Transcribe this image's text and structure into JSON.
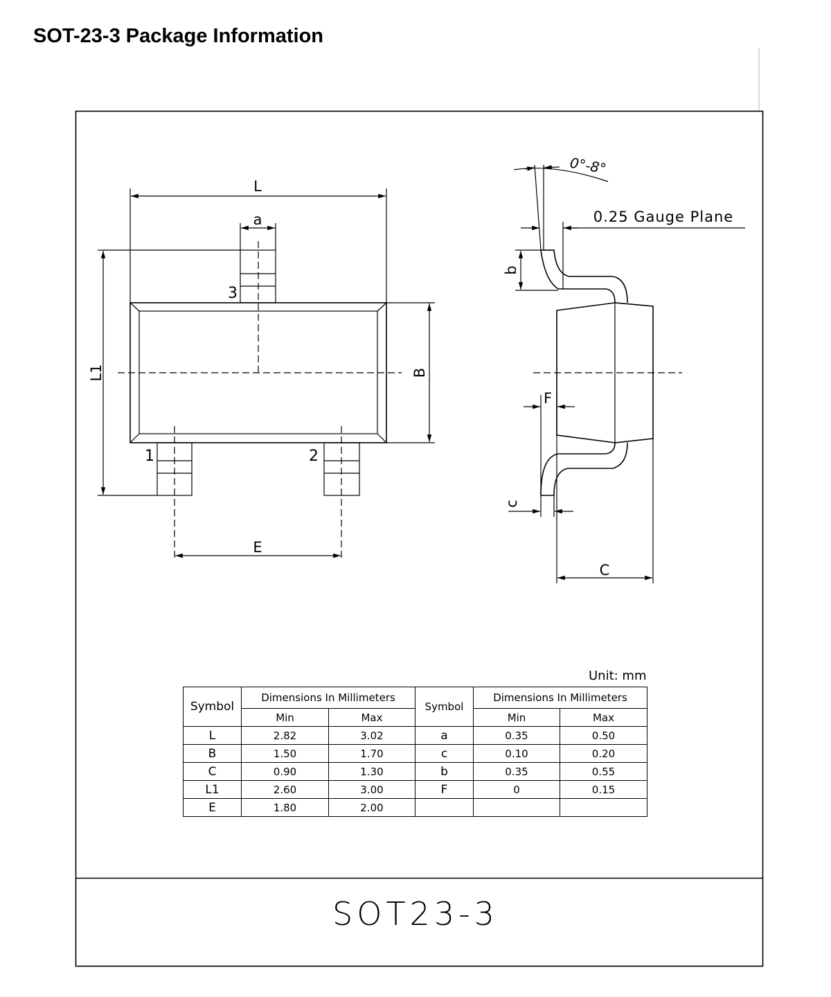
{
  "page": {
    "title": "SOT-23-3 Package Information"
  },
  "top_view": {
    "pin_labels": [
      "1",
      "2",
      "3"
    ],
    "dims": {
      "L": "L",
      "a": "a",
      "L1": "L1",
      "B": "B",
      "E": "E"
    }
  },
  "side_view": {
    "angle": "0°-8°",
    "gauge_plane": "0.25 Gauge Plane",
    "dims": {
      "b": "b",
      "F": "F",
      "c": "c",
      "C": "C"
    }
  },
  "unit": "Unit: mm",
  "table": {
    "symbol_header": "Symbol",
    "dim_header": "Dimensions In Millimeters",
    "min_header": "Min",
    "max_header": "Max",
    "left_rows": [
      {
        "symbol": "L",
        "min": "2.82",
        "max": "3.02"
      },
      {
        "symbol": "B",
        "min": "1.50",
        "max": "1.70"
      },
      {
        "symbol": "C",
        "min": "0.90",
        "max": "1.30"
      },
      {
        "symbol": "L1",
        "min": "2.60",
        "max": "3.00"
      },
      {
        "symbol": "E",
        "min": "1.80",
        "max": "2.00"
      }
    ],
    "right_rows": [
      {
        "symbol": "a",
        "min": "0.35",
        "max": "0.50"
      },
      {
        "symbol": "c",
        "min": "0.10",
        "max": "0.20"
      },
      {
        "symbol": "b",
        "min": "0.35",
        "max": "0.55"
      },
      {
        "symbol": "F",
        "min": "0",
        "max": "0.15"
      },
      {
        "symbol": "",
        "min": "",
        "max": ""
      }
    ]
  },
  "title_block": "SOT23-3"
}
